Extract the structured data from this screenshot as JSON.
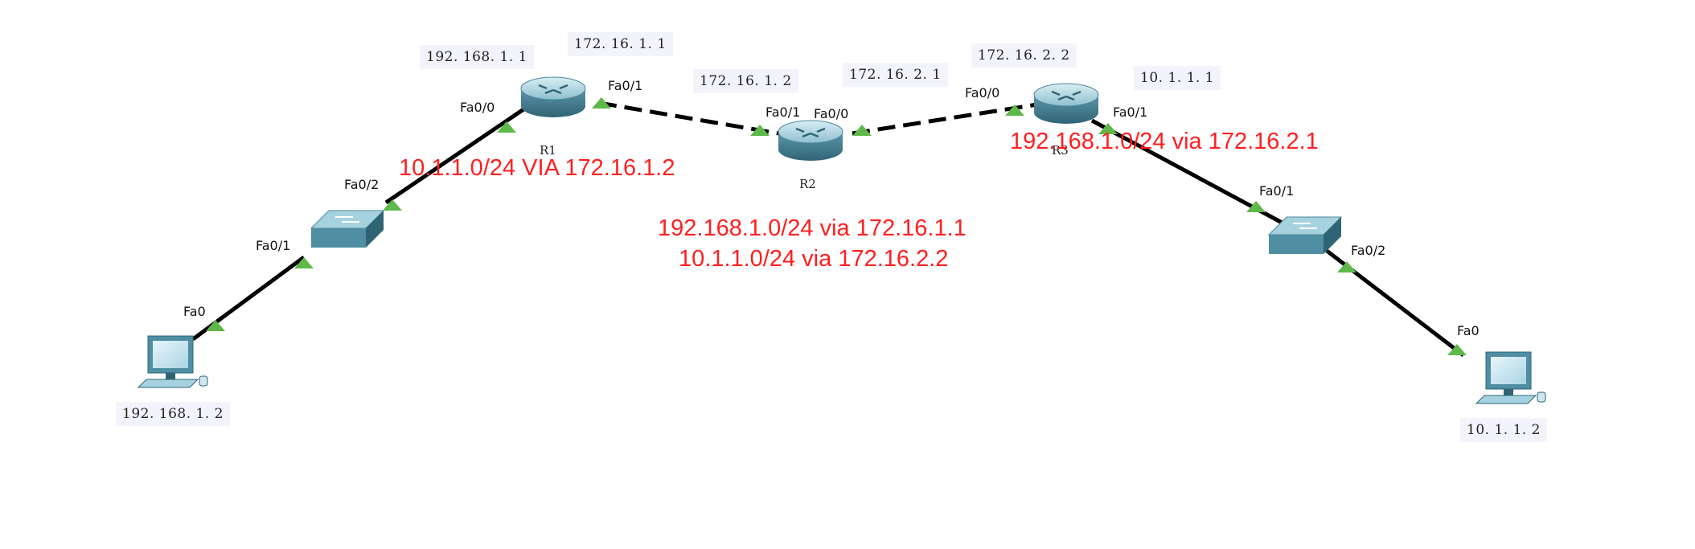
{
  "colors": {
    "link": "#000000",
    "port_up": "#5fb84a",
    "route_text": "#ff1f1f",
    "ip_bg": "#f3f4fb"
  },
  "devices": {
    "r1": {
      "name": "R1",
      "icon": "router-icon"
    },
    "r2": {
      "name": "R2",
      "icon": "router-icon"
    },
    "r3": {
      "name": "R3",
      "icon": "router-icon"
    },
    "sw_left": {
      "icon": "switch-icon"
    },
    "sw_right": {
      "icon": "switch-icon"
    },
    "pc_left": {
      "icon": "pc-icon"
    },
    "pc_right": {
      "icon": "pc-icon"
    }
  },
  "ip_labels": {
    "r1_fa00": "192. 168. 1. 1",
    "r1_fa01": "172. 16. 1. 1",
    "r2_fa01": "172. 16. 1. 2",
    "r2_fa00": "172. 16. 2. 1",
    "r3_fa00": "172. 16. 2. 2",
    "r3_fa01": "10. 1. 1. 1",
    "pc_left": "192. 168. 1. 2",
    "pc_right": "10. 1. 1. 2"
  },
  "ports": {
    "r1_fa00": "Fa0/0",
    "r1_fa01": "Fa0/1",
    "r2_fa01": "Fa0/1",
    "r2_fa00": "Fa0/0",
    "r3_fa00": "Fa0/0",
    "r3_fa01": "Fa0/1",
    "swl_fa02": "Fa0/2",
    "swl_fa01": "Fa0/1",
    "pcl_fa0": "Fa0",
    "swr_fa01": "Fa0/1",
    "swr_fa02": "Fa0/2",
    "pcr_fa0": "Fa0"
  },
  "routes": {
    "r1": "10.1.1.0/24  VIA 172.16.1.2",
    "r2_line1": "192.168.1.0/24 via 172.16.1.1",
    "r2_line2": "10.1.1.0/24 via  172.16.2.2",
    "r3": "192.168.1.0/24 via  172.16.2.1"
  }
}
